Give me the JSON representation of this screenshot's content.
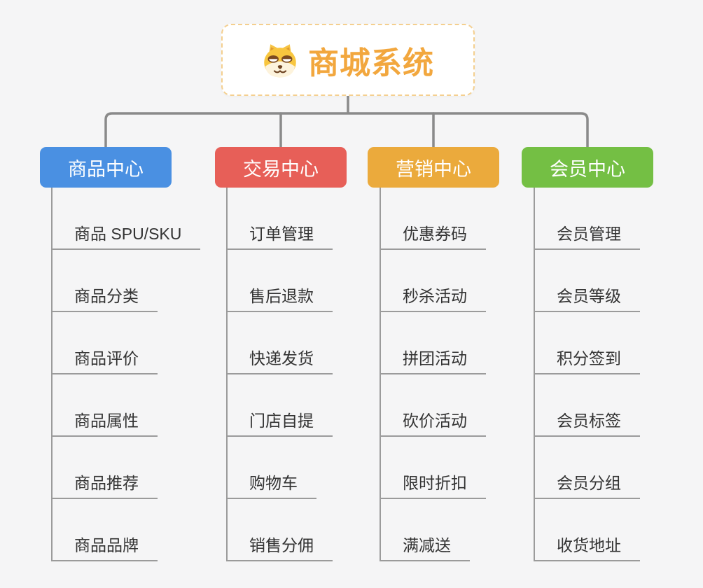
{
  "background_color": "#f5f5f6",
  "connector_color": "#8a8a8a",
  "branch_line_color": "#9b9b9b",
  "item_text_color": "#333333",
  "root": {
    "title": "商城系统",
    "icon": "dog-face-icon",
    "text_color": "#f2a73e",
    "border_color": "#f4cf8f",
    "background": "#ffffff"
  },
  "branches": [
    {
      "id": "product-center",
      "title": "商品中心",
      "color": "#4a90e2",
      "items": [
        "商品 SPU/SKU",
        "商品分类",
        "商品评价",
        "商品属性",
        "商品推荐",
        "商品品牌"
      ]
    },
    {
      "id": "trade-center",
      "title": "交易中心",
      "color": "#e75f58",
      "items": [
        "订单管理",
        "售后退款",
        "快递发货",
        "门店自提",
        "购物车",
        "销售分佣"
      ]
    },
    {
      "id": "marketing-center",
      "title": "营销中心",
      "color": "#ebaa3c",
      "items": [
        "优惠券码",
        "秒杀活动",
        "拼团活动",
        "砍价活动",
        "限时折扣",
        "满减送"
      ]
    },
    {
      "id": "member-center",
      "title": "会员中心",
      "color": "#74bf44",
      "items": [
        "会员管理",
        "会员等级",
        "积分签到",
        "会员标签",
        "会员分组",
        "收货地址"
      ]
    }
  ]
}
